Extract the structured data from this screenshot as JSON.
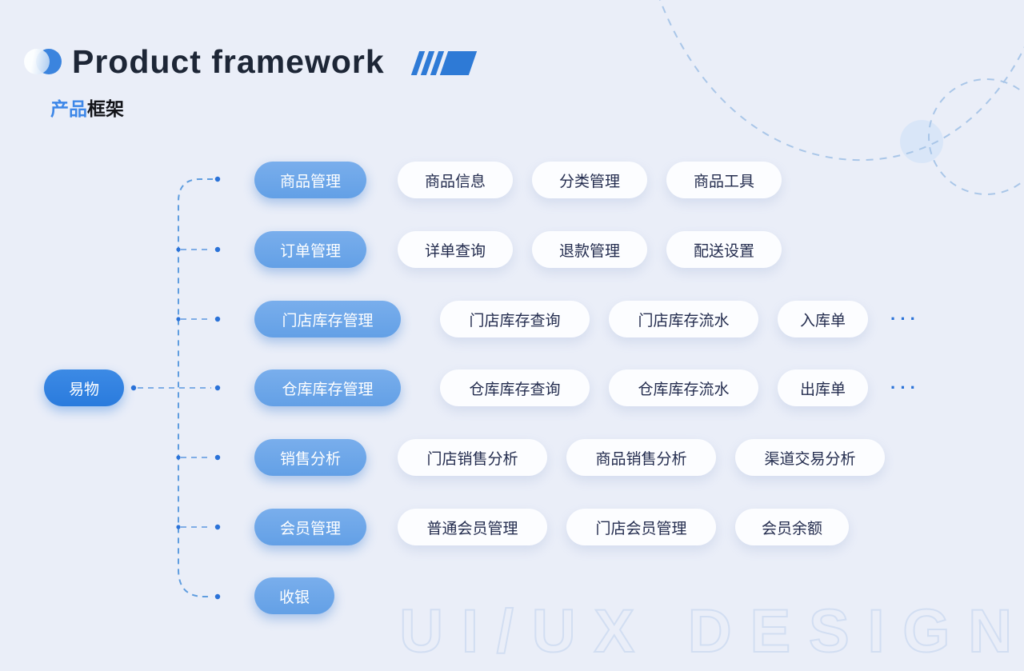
{
  "header": {
    "title": "Product framework",
    "subtitle_highlight": "产品",
    "subtitle_rest": "框架"
  },
  "tree": {
    "root": {
      "label": "易物"
    },
    "branches": [
      {
        "label": "商品管理",
        "children": [
          "商品信息",
          "分类管理",
          "商品工具"
        ]
      },
      {
        "label": "订单管理",
        "children": [
          "详单查询",
          "退款管理",
          "配送设置"
        ]
      },
      {
        "label": "门店库存管理",
        "children": [
          "门店库存查询",
          "门店库存流水",
          "入库单"
        ],
        "ellipsis": "···"
      },
      {
        "label": "仓库库存管理",
        "children": [
          "仓库库存查询",
          "仓库库存流水",
          "出库单"
        ],
        "ellipsis": "···"
      },
      {
        "label": "销售分析",
        "children": [
          "门店销售分析",
          "商品销售分析",
          "渠道交易分析"
        ]
      },
      {
        "label": "会员管理",
        "children": [
          "普通会员管理",
          "门店会员管理",
          "会员余额"
        ]
      },
      {
        "label": "收银",
        "children": []
      }
    ]
  },
  "watermark": "UI/UX DESIGN",
  "colors": {
    "background": "#eaeef8",
    "root_node": "#2f82e2",
    "branch_node": "#6ca5e9",
    "leaf_node": "#fcfdff",
    "leaf_text": "#232c4e",
    "title_text": "#1d2636",
    "subtitle_accent": "#3d87e8",
    "connector": "#5f9ddf",
    "connector_dot": "#2a72d8",
    "decor_dash": "#a9c6e8",
    "watermark_stroke": "#d2def2"
  }
}
